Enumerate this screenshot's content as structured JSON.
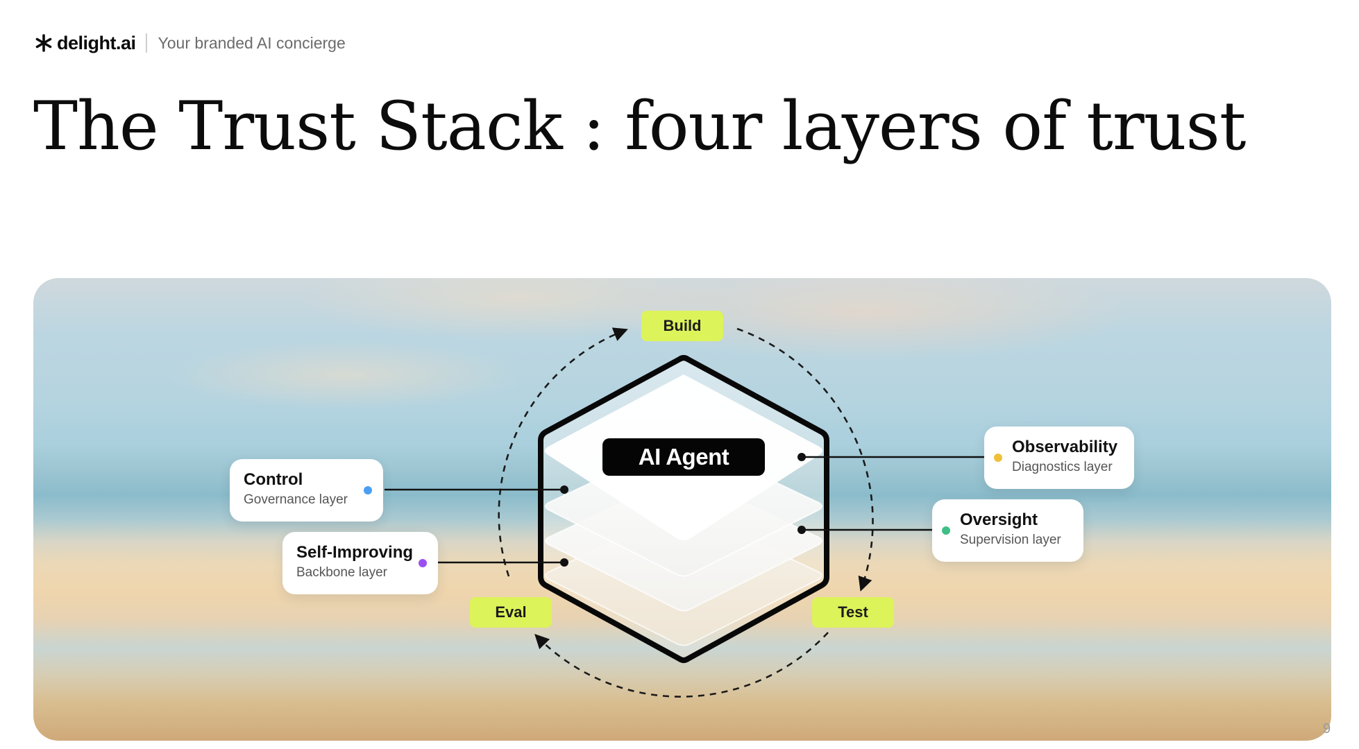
{
  "header": {
    "brand": "delight.ai",
    "tagline": "Your branded AI concierge"
  },
  "title": "The Trust Stack : four layers of trust",
  "diagram": {
    "center_label": "AI Agent",
    "cycle": [
      {
        "label": "Build"
      },
      {
        "label": "Test"
      },
      {
        "label": "Eval"
      }
    ],
    "layers": [
      {
        "name": "Control",
        "subtitle": "Governance layer",
        "color": "#4a9ff5"
      },
      {
        "name": "Self-Improving",
        "subtitle": "Backbone layer",
        "color": "#9b4ff0"
      },
      {
        "name": "Observability",
        "subtitle": "Diagnostics layer",
        "color": "#efc03a"
      },
      {
        "name": "Oversight",
        "subtitle": "Supervision layer",
        "color": "#3fbf86"
      }
    ]
  },
  "page_number": "9",
  "icons": {
    "brand_mark": "asterisk-icon"
  }
}
